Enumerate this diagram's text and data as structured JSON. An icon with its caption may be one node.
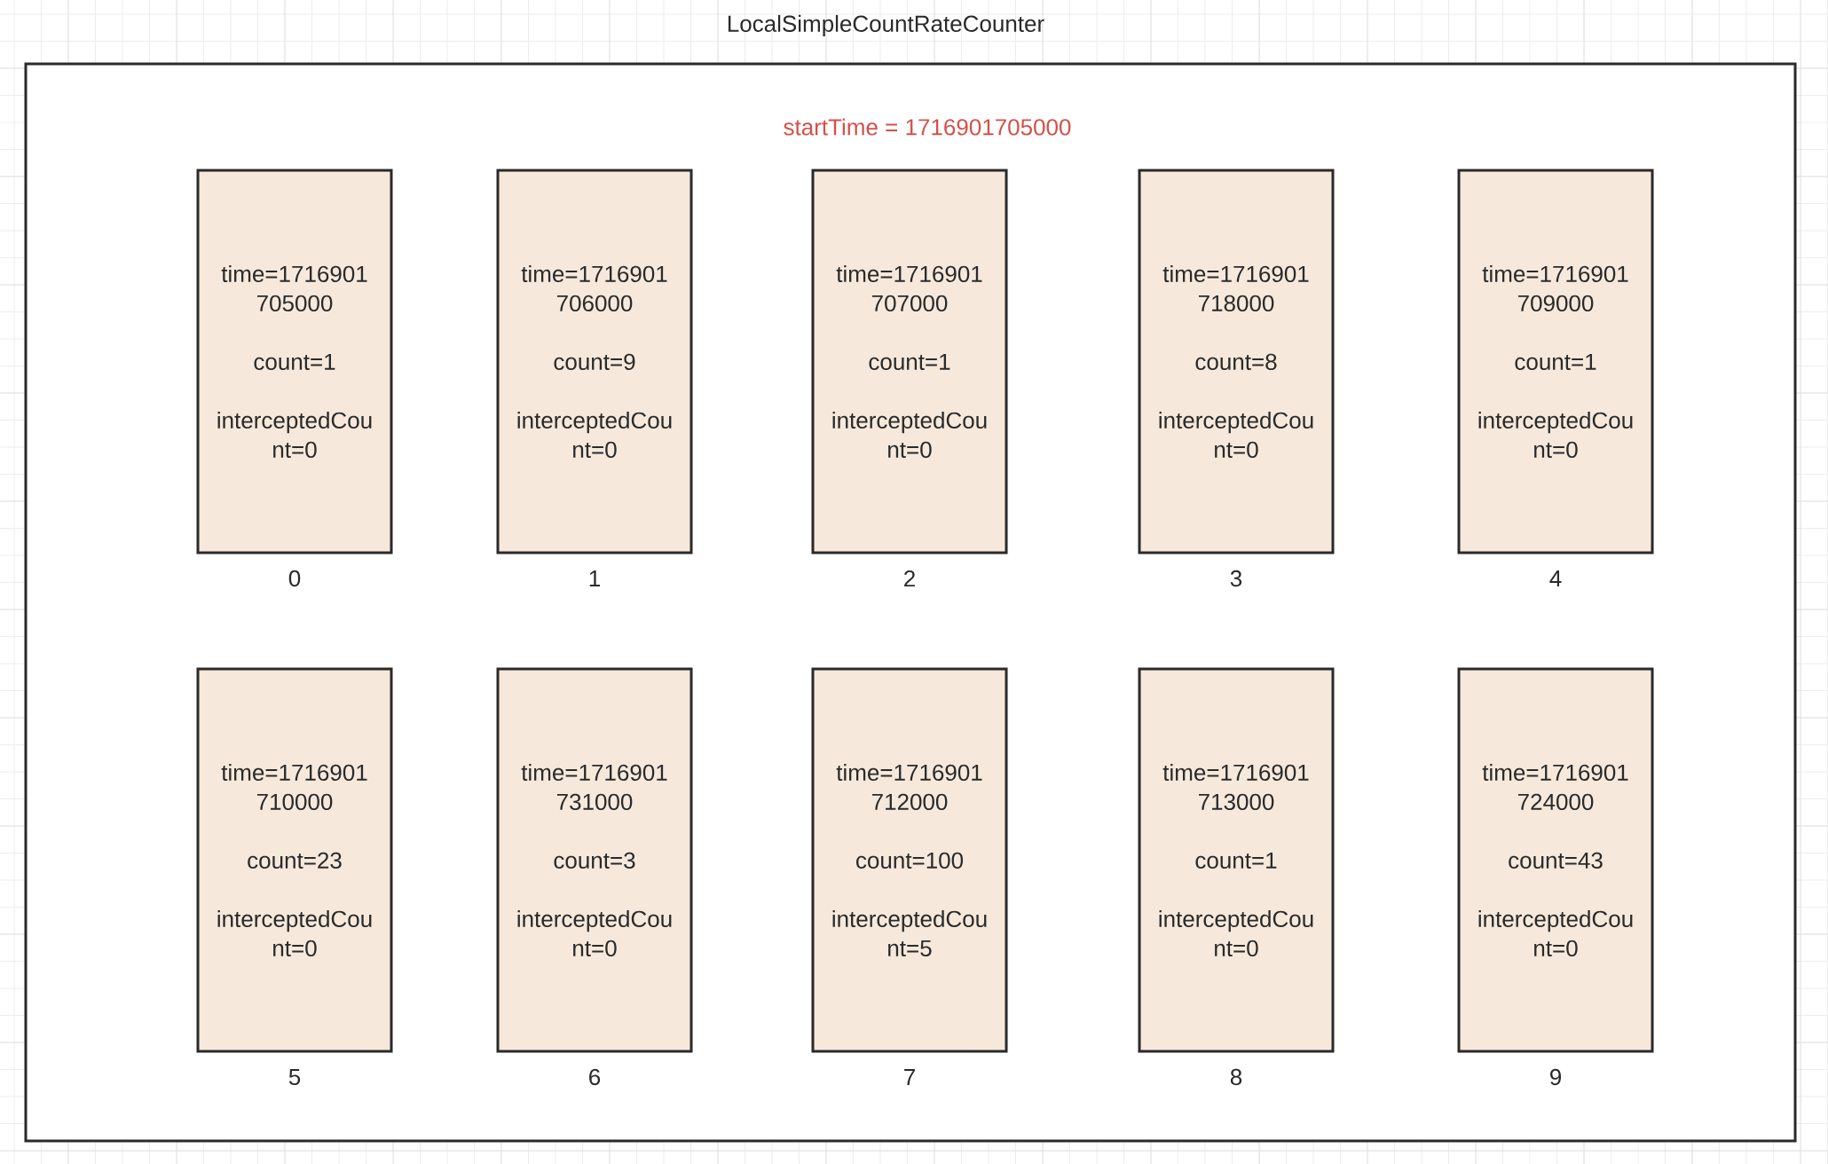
{
  "diagram": {
    "nodes": [
      {
        "text": [
          "LocalSimpleCountRateCounter",
          "startTime = 1716901705000"
        ]
      },
      {
        "text": [
          "time=1716901 705000",
          "count=1",
          "interceptedCou nt=0"
        ],
        "in": 0,
        "beside": [
          "0"
        ]
      },
      {
        "text": [
          "time=1716901 706000",
          "count=9",
          "interceptedCou nt=0"
        ],
        "in": 0,
        "beside": [
          "1"
        ]
      },
      {
        "text": [
          "time=1716901 707000",
          "count=1",
          "interceptedCou nt=0"
        ],
        "in": 0,
        "beside": [
          "2"
        ]
      },
      {
        "text": [
          "time=1716901 718000",
          "count=8",
          "interceptedCou nt=0"
        ],
        "in": 0,
        "beside": [
          "3"
        ]
      },
      {
        "text": [
          "time=1716901 709000",
          "count=1",
          "interceptedCou nt=0"
        ],
        "in": 0,
        "beside": [
          "4"
        ]
      },
      {
        "text": [
          "time=1716901 710000",
          "count=23",
          "interceptedCou nt=0"
        ],
        "in": 0,
        "beside": [
          "5"
        ]
      },
      {
        "text": [
          "time=1716901 731000",
          "count=3",
          "interceptedCou nt=0"
        ],
        "in": 0,
        "beside": [
          "6"
        ]
      },
      {
        "text": [
          "time=1716901 712000",
          "count=100",
          "interceptedCou nt=5"
        ],
        "in": 0,
        "beside": [
          "7"
        ]
      },
      {
        "text": [
          "time=1716901 713000",
          "count=1",
          "interceptedCou nt=0"
        ],
        "in": 0,
        "beside": [
          "8"
        ]
      },
      {
        "text": [
          "time=1716901 724000",
          "count=43",
          "interceptedCou nt=0"
        ],
        "in": 0,
        "beside": [
          "9"
        ]
      }
    ]
  }
}
